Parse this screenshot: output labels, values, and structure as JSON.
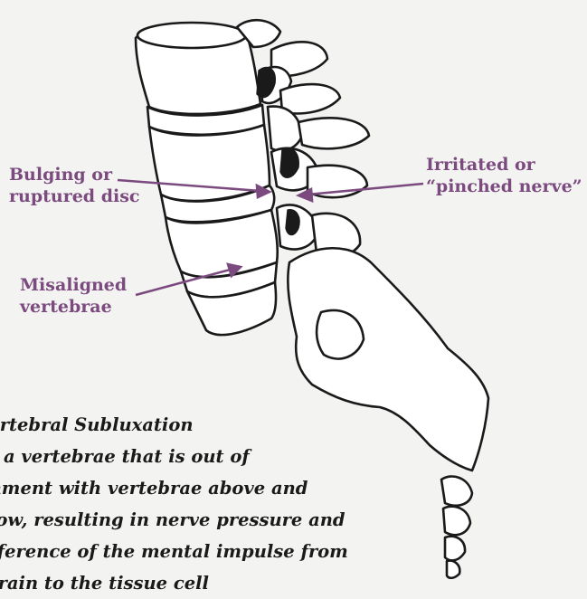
{
  "colors": {
    "accent": "#7b4a7f",
    "ink": "#1a1a1a",
    "background": "#f3f3f1"
  },
  "labels": {
    "bulging": [
      "Bulging or",
      "ruptured disc"
    ],
    "irritated": [
      "Irritated or",
      "“pinched nerve”"
    ],
    "misaligned": [
      "Misaligned",
      "vertebrae"
    ]
  },
  "caption": {
    "lines": [
      "Vertebral Subluxation",
      "a vertebrae that is out of",
      "gnment with vertebrae above and",
      "low, resulting in nerve pressure and",
      "erference of the mental impulse from",
      "brain to the tissue cell"
    ]
  },
  "illustration": {
    "icon": "spine-illustration"
  }
}
